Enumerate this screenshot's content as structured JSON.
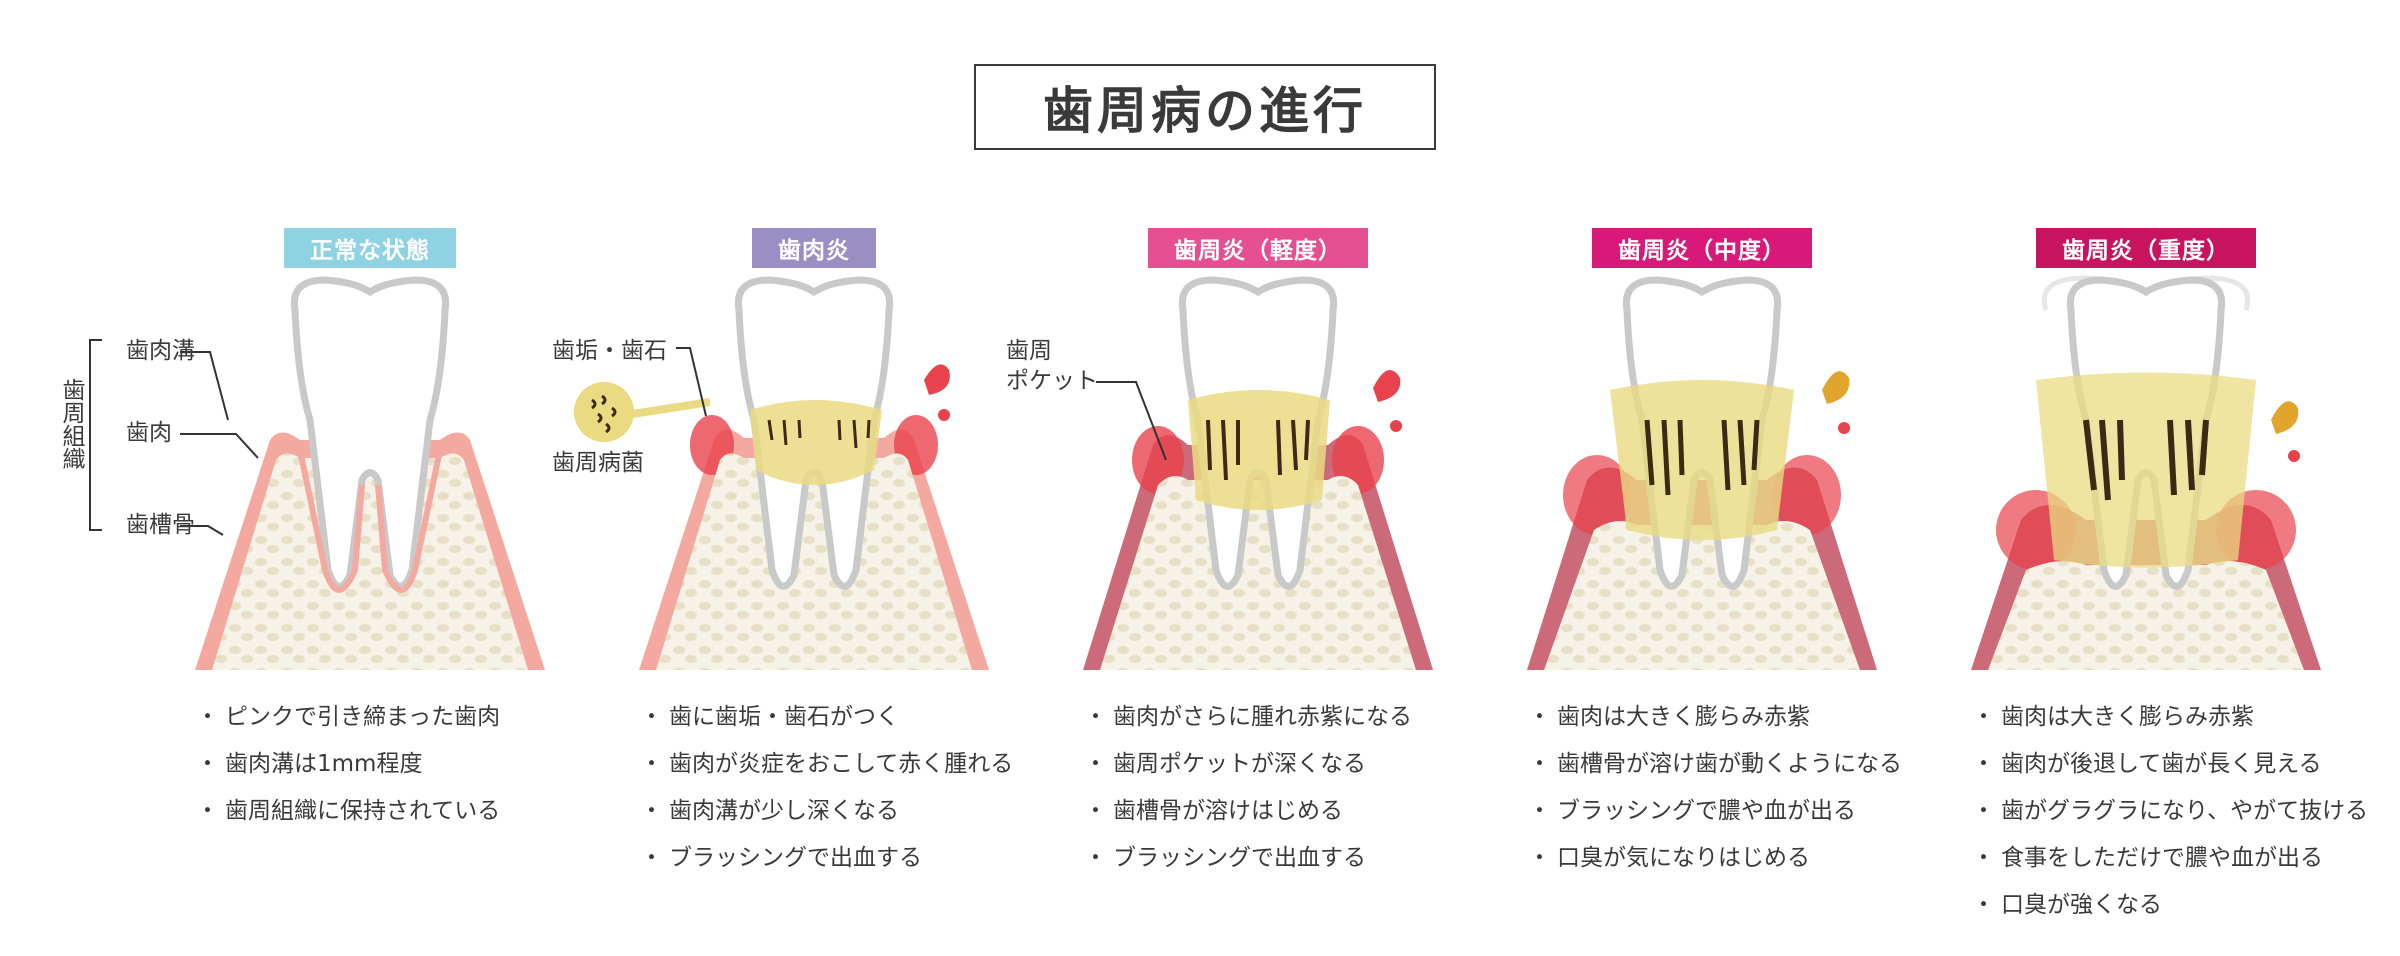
{
  "title": "歯周病の進行",
  "colors": {
    "gum_light": "#f3a8a0",
    "gum_dark": "#cc6a7a",
    "inflamed": "#e8424c",
    "bone": "#f2ede0",
    "tooth_outline": "#c9c9c9",
    "plaque": "#eadb82",
    "tartar": "#3c2a14"
  },
  "anatomy_labels": {
    "group": "歯周組織",
    "sulcus": "歯肉溝",
    "gum": "歯肉",
    "bone": "歯槽骨",
    "plaque": "歯垢・歯石",
    "bacteria": "歯周病菌",
    "pocket_line1": "歯周",
    "pocket_line2": "ポケット"
  },
  "stages": [
    {
      "name": "正常な状態",
      "color": "#8fd3e3",
      "bullets": [
        "ピンクで引き締まった歯肉",
        "歯肉溝は1mm程度",
        "歯周組織に保持されている"
      ]
    },
    {
      "name": "歯肉炎",
      "color": "#9b8ec4",
      "bullets": [
        "歯に歯垢・歯石がつく",
        "歯肉が炎症をおこして赤く腫れる",
        "歯肉溝が少し深くなる",
        "ブラッシングで出血する"
      ]
    },
    {
      "name": "歯周炎（軽度）",
      "color": "#e54f92",
      "bullets": [
        "歯肉がさらに腫れ赤紫になる",
        "歯周ポケットが深くなる",
        "歯槽骨が溶けはじめる",
        "ブラッシングで出血する"
      ]
    },
    {
      "name": "歯周炎（中度）",
      "color": "#d9197a",
      "bullets": [
        "歯肉は大きく膨らみ赤紫",
        "歯槽骨が溶け歯が動くようになる",
        "ブラッシングで膿や血が出る",
        "口臭が気になりはじめる"
      ]
    },
    {
      "name": "歯周炎（重度）",
      "color": "#c8135f",
      "bullets": [
        "歯肉は大きく膨らみ赤紫",
        "歯肉が後退して歯が長く見える",
        "歯がグラグラになり、やがて抜ける",
        "食事をしただけで膿や血が出る",
        "口臭が強くなる"
      ]
    }
  ]
}
